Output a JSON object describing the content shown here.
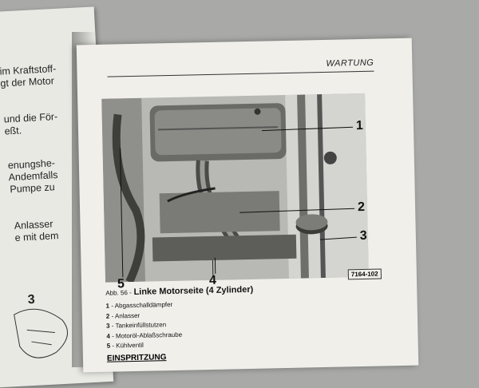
{
  "left_page": {
    "lines": [
      "im Kraftstoff-",
      "gt der Motor",
      "und die För-",
      "eßt.",
      "enungshe-",
      "Andemfalls",
      "Pumpe zu",
      "Anlasser",
      "e mit dem"
    ],
    "callout": "3"
  },
  "right_page": {
    "header": "WARTUNG",
    "figure": {
      "callouts": [
        "1",
        "2",
        "3",
        "4",
        "5"
      ],
      "code": "7164-102",
      "caption_number": "Abb. 56 -",
      "caption_title": "Linke Motorseite (4 Zylinder)"
    },
    "legend": [
      {
        "num": "1",
        "text": "- Abgasschalldämpfer"
      },
      {
        "num": "2",
        "text": "- Anlasser"
      },
      {
        "num": "3",
        "text": "- Tankeinfüllstutzen"
      },
      {
        "num": "4",
        "text": "- Motoröl-Ablaßschraube"
      },
      {
        "num": "5",
        "text": "- Kühlventil"
      }
    ],
    "section_heading": "EINSPRITZUNG"
  }
}
